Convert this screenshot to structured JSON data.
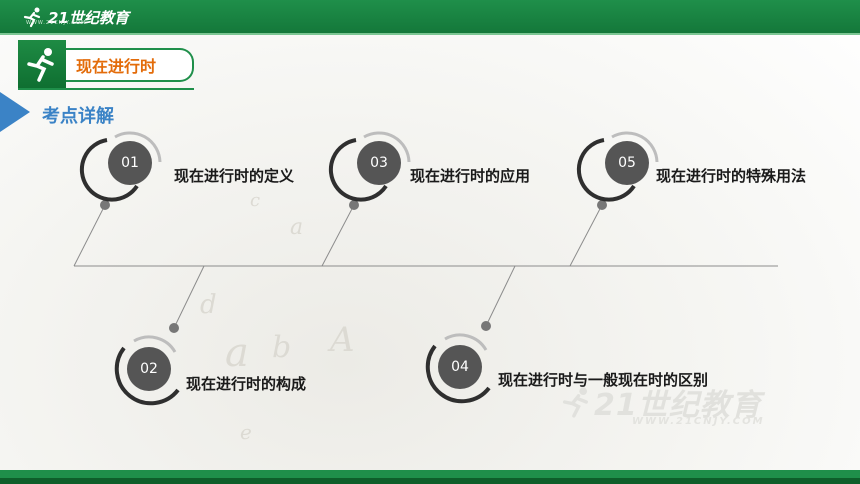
{
  "header": {
    "logo_text": "21世纪教育",
    "logo_subtext": "WWW.21CNJY.COM"
  },
  "section_tag": {
    "label": "现在进行时"
  },
  "section_title": "考点详解",
  "nodes": [
    {
      "number": "01",
      "label": "现在进行时的定义"
    },
    {
      "number": "02",
      "label": "现在进行时的构成"
    },
    {
      "number": "03",
      "label": "现在进行时的应用"
    },
    {
      "number": "04",
      "label": "现在进行时与一般现在时的区别"
    },
    {
      "number": "05",
      "label": "现在进行时的特殊用法"
    }
  ],
  "watermark": {
    "main": "21世纪教育",
    "sub": "WWW.21CNJY.COM"
  },
  "colors": {
    "brand_green": "#1f8f4a",
    "accent_orange": "#e36c0a",
    "title_blue": "#3b83c6",
    "node_gray": "#555555"
  }
}
